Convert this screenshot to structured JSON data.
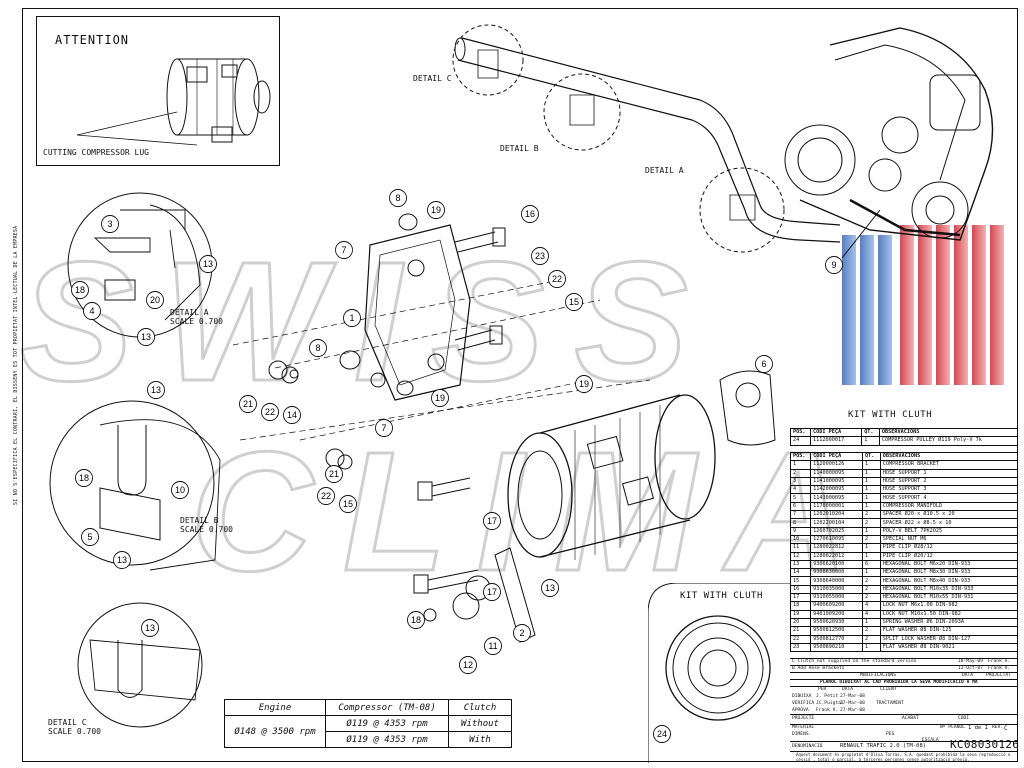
{
  "side_note": "SI NO S'ESPECIFICA EL CONTRARI, EL DISSENY ES TOT PROPIETAT INTEL·LECTUAL DE LA EMPRESA",
  "watermark": {
    "line1": "SWISS",
    "line2": "CLIMA"
  },
  "attention": {
    "title": "ATTENTION",
    "caption": "CUTTING COMPRESSOR LUG"
  },
  "details": {
    "detail_a": "DETAIL A",
    "detail_b": "DETAIL B",
    "detail_c": "DETAIL C",
    "detail_a_scale": "DETAIL A\nSCALE 0.700",
    "detail_b_scale": "DETAIL B\nSCALE 0.700",
    "detail_c_scale": "DETAIL C\nSCALE 0.700"
  },
  "balloons": [
    "1",
    "2",
    "3",
    "4",
    "5",
    "6",
    "7",
    "8",
    "9",
    "10",
    "11",
    "12",
    "13",
    "14",
    "15",
    "16",
    "17",
    "18",
    "19",
    "20",
    "21",
    "22",
    "23",
    "24"
  ],
  "engine_table": {
    "headers": [
      "Engine",
      "Compressor (TM-08)",
      "Clutch"
    ],
    "rows": [
      [
        "Ø148 @ 3500 rpm",
        "Ø119 @ 4353 rpm",
        "Without"
      ],
      [
        "",
        "Ø119 @ 4353 rpm",
        "With"
      ]
    ]
  },
  "bom": {
    "title": "KIT WITH CLUTH",
    "header": [
      "POS.",
      "CODI PEÇA",
      "QT.",
      "OBSERVACIONS"
    ],
    "kit_rows": [
      [
        "24",
        "1112000017",
        "1",
        "COMPRESSOR PULLEY Ø119 Poly-V 7k"
      ]
    ],
    "rows": [
      [
        "1",
        "1120000126",
        "1",
        "COMPRESSOR BRACKET"
      ],
      [
        "2",
        "1140000095",
        "1",
        "HOSE SUPPORT 1"
      ],
      [
        "3",
        "1141000095",
        "1",
        "HOSE SUPPORT 2"
      ],
      [
        "4",
        "1142000095",
        "1",
        "HOSE SUPPORT 3"
      ],
      [
        "5",
        "1143000095",
        "1",
        "HOSE SUPPORT 4"
      ],
      [
        "6",
        "1170000001",
        "1",
        "COMPRESSOR MANIFOLD"
      ],
      [
        "7",
        "1202010204",
        "2",
        "SPACER Ø20 x Ø10.5 x 20"
      ],
      [
        "8",
        "1202200104",
        "2",
        "SPACER Ø22 x Ø8.5 x 10"
      ],
      [
        "9",
        "1260702025",
        "1",
        "POLY-V BELT 7PK2025"
      ],
      [
        "10",
        "1270610095",
        "2",
        "SPECIAL NUT M6"
      ],
      [
        "11",
        "1280022812",
        "1",
        "PIPE CLIP Ø28/12"
      ],
      [
        "12",
        "1280022012",
        "1",
        "PIPE CLIP Ø20/12"
      ],
      [
        "13",
        "9306620100",
        "6",
        "HEXAGONAL BOLT M6x20 DIN-933"
      ],
      [
        "14",
        "9308630000",
        "1",
        "HEXAGONAL BOLT M8x30 DIN-933"
      ],
      [
        "15",
        "9308640000",
        "2",
        "HEXAGONAL BOLT M8x40 DIN-933"
      ],
      [
        "16",
        "9310035000",
        "2",
        "HEXAGONAL BOLT M10x35 DIN-933"
      ],
      [
        "17",
        "9310055000",
        "2",
        "HEXAGONAL BOLT M10x55 DIN-931"
      ],
      [
        "18",
        "9400609200",
        "4",
        "LOCK NUT M6x1.00 DIN-982"
      ],
      [
        "19",
        "9401009200",
        "4",
        "LOCK NUT M10x1.50 DIN-982"
      ],
      [
        "20",
        "9500620930",
        "1",
        "SPRING WASHER Ø6 DIN-2093A"
      ],
      [
        "21",
        "9500812500",
        "2",
        "FLAT WASHER Ø8 DIN-125"
      ],
      [
        "22",
        "9500812770",
        "2",
        "SPLIT LOCK WASHER Ø8 DIN-127"
      ],
      [
        "23",
        "9500890210",
        "1",
        "FLAT WASHER Ø8 DIN-9021"
      ]
    ]
  },
  "kit2_title": "KIT WITH CLUTH",
  "title_block": {
    "rev_c": "C   Clutch not supplied on the standard version",
    "rev_c_date": "18-May-09",
    "rev_c_by": "Frank V.",
    "rev_b": "B   Add Hose Brackets",
    "rev_b_date": "12-Oct-07",
    "rev_b_by": "Frank V.",
    "rev_hdr": "MODIFICACIONS",
    "rev_hdr_date": "DATA",
    "rev_hdr_proj": "PROJECTAT",
    "notice": "PLÀNOL DIBUIXAT AL CAD PROHIBIDA LA SEVA MODIFICACIÓ A MÀ",
    "dibuixa": "DIBUIXA",
    "verifica": "VERIFICA",
    "aprova": "APROVA",
    "per": "PER",
    "data": "DATA",
    "client": "CLIENT",
    "dib_name": "J. Petit",
    "dib_date": "27-Mar-08",
    "ver_name": "JC.Puigtal",
    "ver_date": "27-Mar-08",
    "apr_name": "Frank V.",
    "apr_date": "27-Mar-08",
    "tractament": "TRACTAMENT",
    "projecte": "PROJECTE",
    "acabat": "ACABAT",
    "codi": "CODI",
    "material": "MATERIAL",
    "dimens": "DIMENS.",
    "pes": "PES",
    "plano": "Nº PLÀNOL",
    "sheet": "1 de 1",
    "rev": "REV.",
    "rev_val": "C",
    "escala": "ESCALA",
    "denominacio": "DENOMINACIÓ",
    "description": "RENAULT TRAFIC 2.0 (TM-08)",
    "drawing_no": "KC08030126",
    "footer": "Aquest document és propietat d'Oliva Torras, S.A. quedant prohibida la seva reproducció o cessió , total o parcial, a terceres persones sense autorització prèvia."
  },
  "colors": {
    "ink": "#111111",
    "stripe_blue": "#3a6fc4",
    "stripe_red": "#d8232a",
    "watermark_gray": "#d9d9d9"
  }
}
